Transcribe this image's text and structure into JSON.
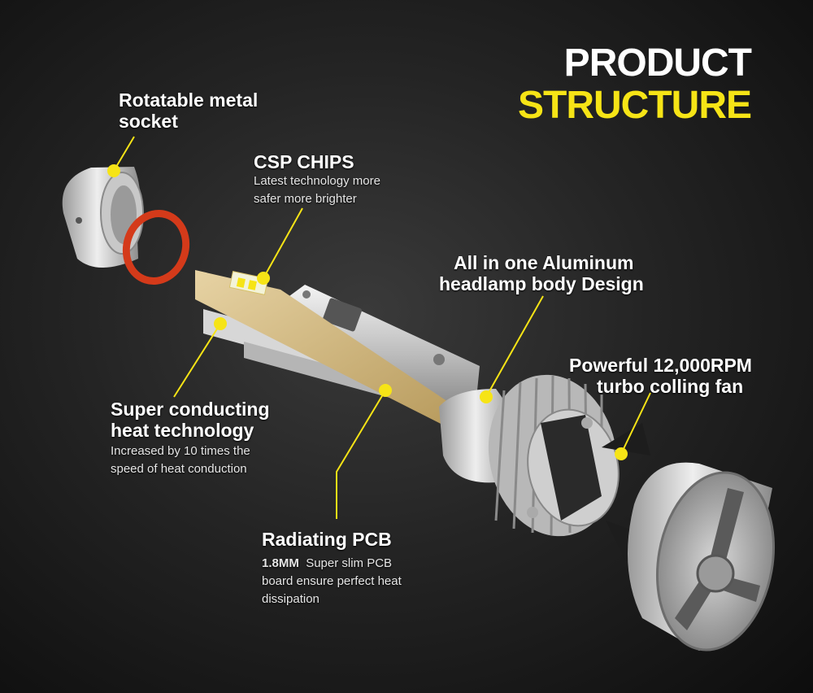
{
  "title": {
    "line1": "PRODUCT",
    "line2": "STRUCTURE"
  },
  "colors": {
    "accent": "#f6e416",
    "background": "#1c1c1c",
    "text": "#ffffff"
  },
  "callouts": {
    "socket": {
      "heading_line1": "Rotatable metal",
      "heading_line2": "socket"
    },
    "csp": {
      "heading": "CSP CHIPS",
      "sub_line1": "Latest technology more",
      "sub_line2": "safer more brighter"
    },
    "aluminum": {
      "heading_line1": "All in one Aluminum",
      "heading_line2": "headlamp body Design"
    },
    "fan": {
      "heading_line1": "Powerful 12,000RPM",
      "heading_line2": "turbo colling fan"
    },
    "heat": {
      "heading_line1": "Super conducting",
      "heading_line2": "heat technology",
      "sub_line1": "Increased by 10 times the",
      "sub_line2": "speed of heat conduction"
    },
    "pcb": {
      "heading": "Radiating PCB",
      "sub_bold": "1.8MM",
      "sub_line1": "Super slim  PCB",
      "sub_line2": "board ensure perfect heat",
      "sub_line3": "dissipation"
    }
  }
}
